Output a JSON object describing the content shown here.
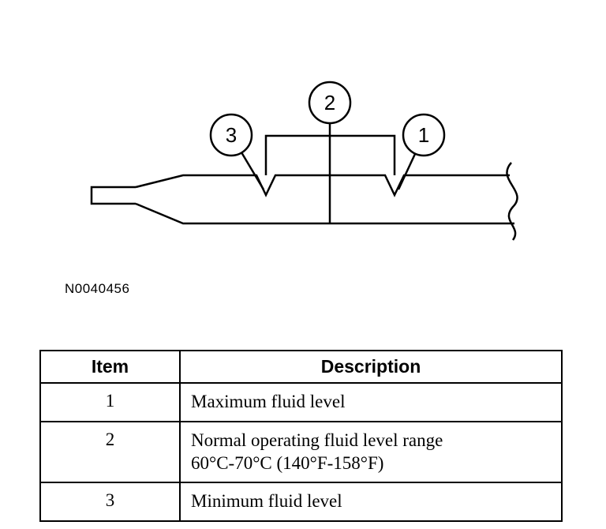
{
  "figure": {
    "id_label": "N0040456",
    "callouts": [
      {
        "n": "1"
      },
      {
        "n": "2"
      },
      {
        "n": "3"
      }
    ]
  },
  "table": {
    "headers": {
      "item": "Item",
      "description": "Description"
    },
    "rows": [
      {
        "item": "1",
        "description": "Maximum fluid level"
      },
      {
        "item": "2",
        "description": "Normal operating fluid level range\n60°C-70°C (140°F-158°F)"
      },
      {
        "item": "3",
        "description": "Minimum fluid level"
      }
    ]
  }
}
